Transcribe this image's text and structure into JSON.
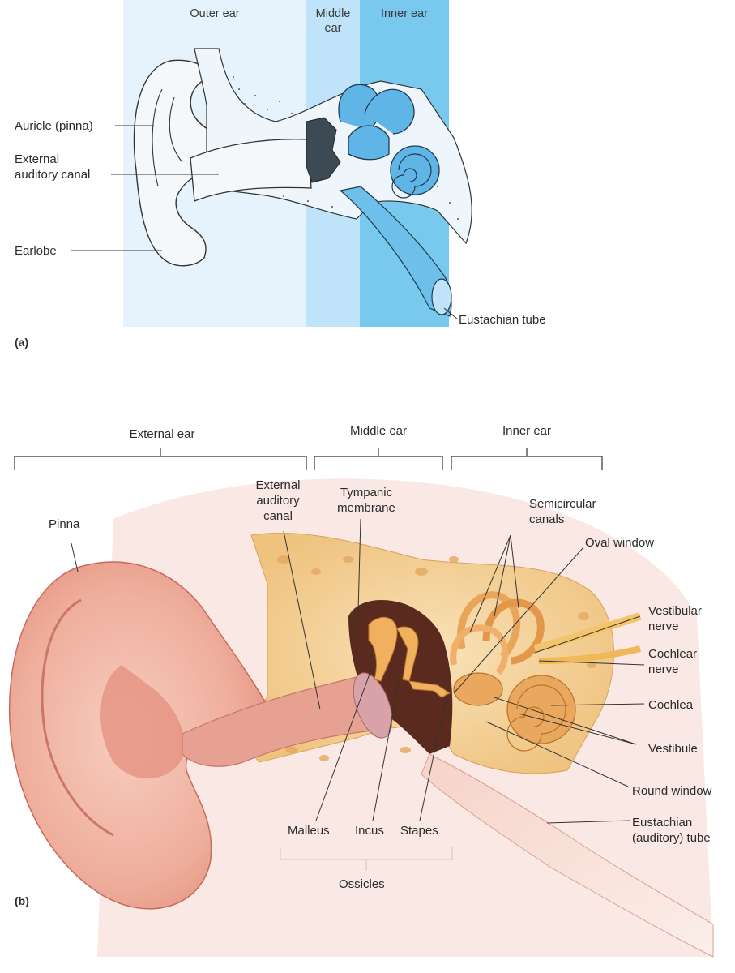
{
  "panel_a": {
    "panel_label": "(a)",
    "zones": {
      "outer": "Outer ear",
      "middle": "Middle\near",
      "inner": "Inner ear"
    },
    "labels": {
      "auricle": "Auricle (pinna)",
      "canal": "External\nauditory canal",
      "earlobe": "Earlobe",
      "eustachian": "Eustachian tube"
    },
    "colors": {
      "outer_zone": "#e6f3fc",
      "middle_zone": "#bfe3f8",
      "inner_zone": "#79c8ee",
      "inner_ear_fill": "#5fb6e6"
    }
  },
  "panel_b": {
    "panel_label": "(b)",
    "sections": {
      "external": "External ear",
      "middle": "Middle ear",
      "inner": "Inner ear"
    },
    "labels": {
      "pinna": "Pinna",
      "canal": "External\nauditory\ncanal",
      "tympanic": "Tympanic\nmembrane",
      "semicircular": "Semicircular\ncanals",
      "oval_window": "Oval window",
      "vestibular_nerve": "Vestibular\nnerve",
      "cochlear_nerve": "Cochlear\nnerve",
      "cochlea": "Cochlea",
      "vestibule": "Vestibule",
      "round_window": "Round window",
      "eustachian": "Eustachian\n(auditory) tube",
      "malleus": "Malleus",
      "incus": "Incus",
      "stapes": "Stapes",
      "ossicles": "Ossicles"
    },
    "colors": {
      "skin": "#f2b5a6",
      "skin_dark": "#d9796b",
      "bone": "#f6d49a",
      "labyrinth": "#e9a55a",
      "cavity": "#5a2a1e"
    }
  }
}
